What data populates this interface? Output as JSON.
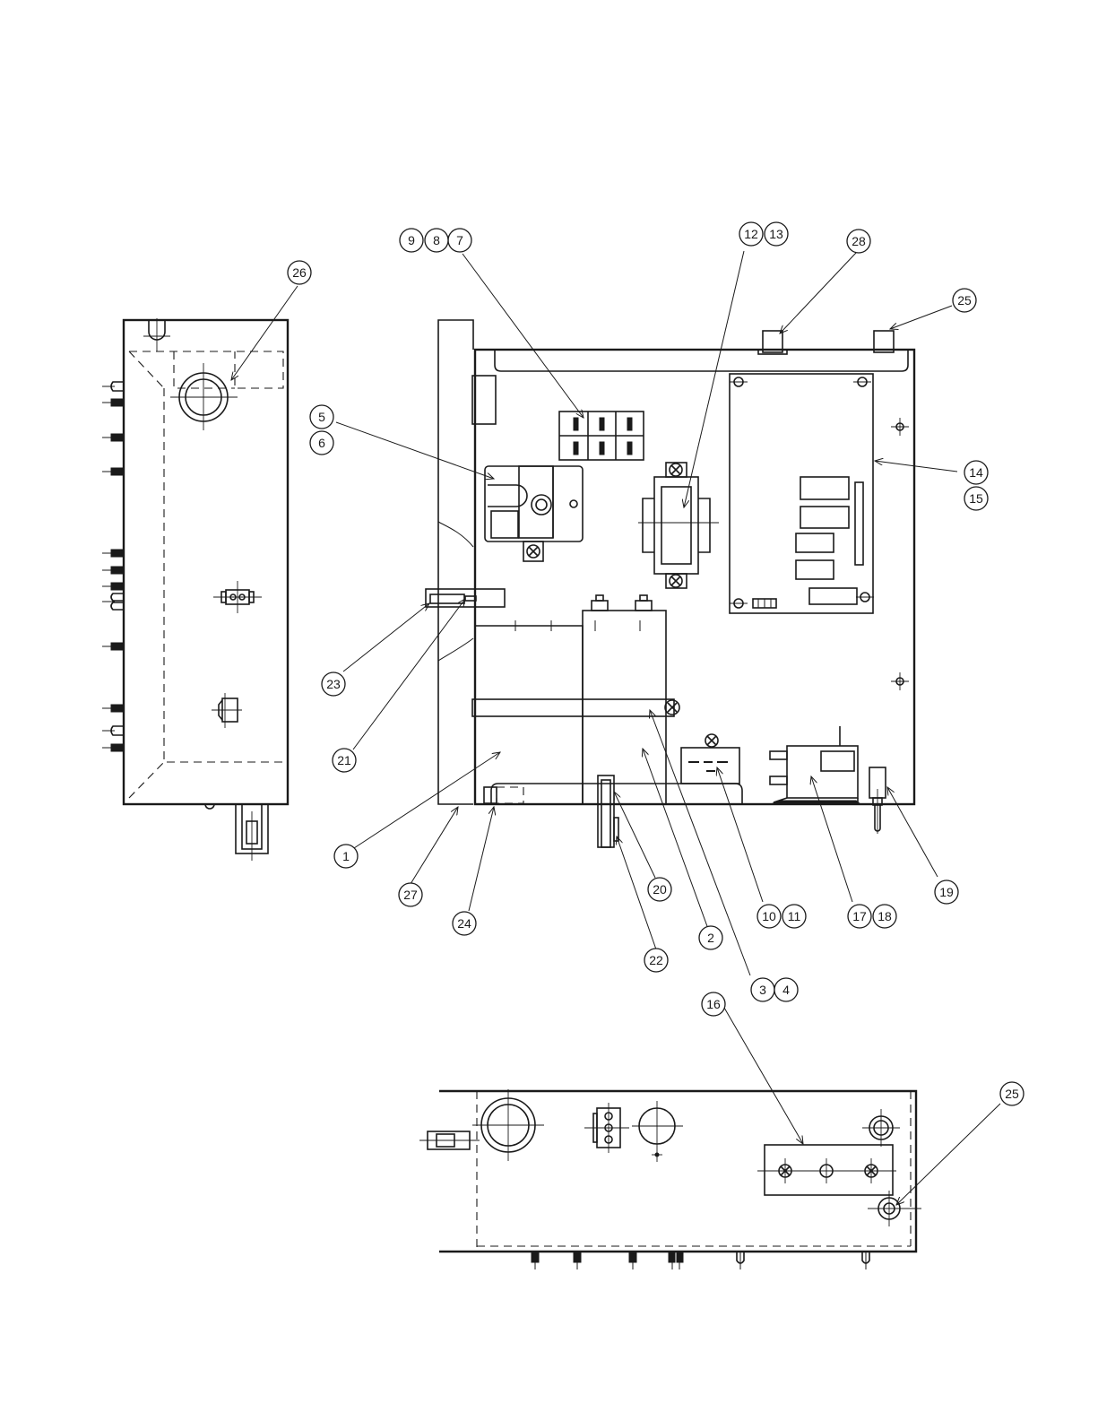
{
  "diagram": {
    "callouts": [
      "1",
      "2",
      "3",
      "4",
      "5",
      "6",
      "7",
      "8",
      "9",
      "10",
      "11",
      "12",
      "13",
      "14",
      "15",
      "16",
      "17",
      "18",
      "19",
      "20",
      "21",
      "22",
      "23",
      "24",
      "25",
      "26",
      "27",
      "28"
    ],
    "views": [
      "left-side-view",
      "front-view",
      "bottom-view"
    ]
  }
}
